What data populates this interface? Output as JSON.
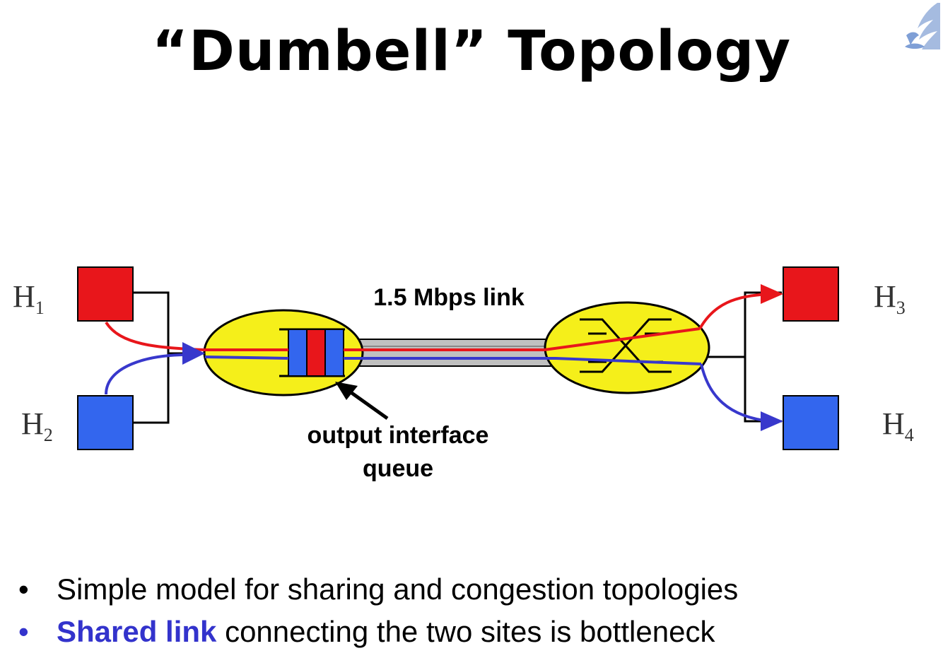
{
  "title": "“Dumbell” Topology",
  "diagram": {
    "hosts": [
      {
        "label": "H",
        "sub": "1"
      },
      {
        "label": "H",
        "sub": "2"
      },
      {
        "label": "H",
        "sub": "3"
      },
      {
        "label": "H",
        "sub": "4"
      }
    ],
    "link_label": "1.5 Mbps link",
    "queue_label_line1": "output interface",
    "queue_label_line2": "queue"
  },
  "bullets": [
    {
      "marker": "•",
      "highlight": "",
      "text": "Simple model for sharing and congestion topologies"
    },
    {
      "marker": "•",
      "highlight": "Shared link",
      "text": " connecting the two sites is bottleneck"
    }
  ],
  "colors": {
    "red": "#e8161b",
    "blue": "#3366ee",
    "flow_blue": "#3838cc",
    "router_fill": "#f5ef1a",
    "link_gray": "#c0c0c0",
    "bullet_blue": "#3333cc"
  },
  "icons": {
    "logo": "university-lion-logo-icon",
    "switch": "switch-fabric-icon",
    "arrow": "pointer-arrow-icon"
  }
}
